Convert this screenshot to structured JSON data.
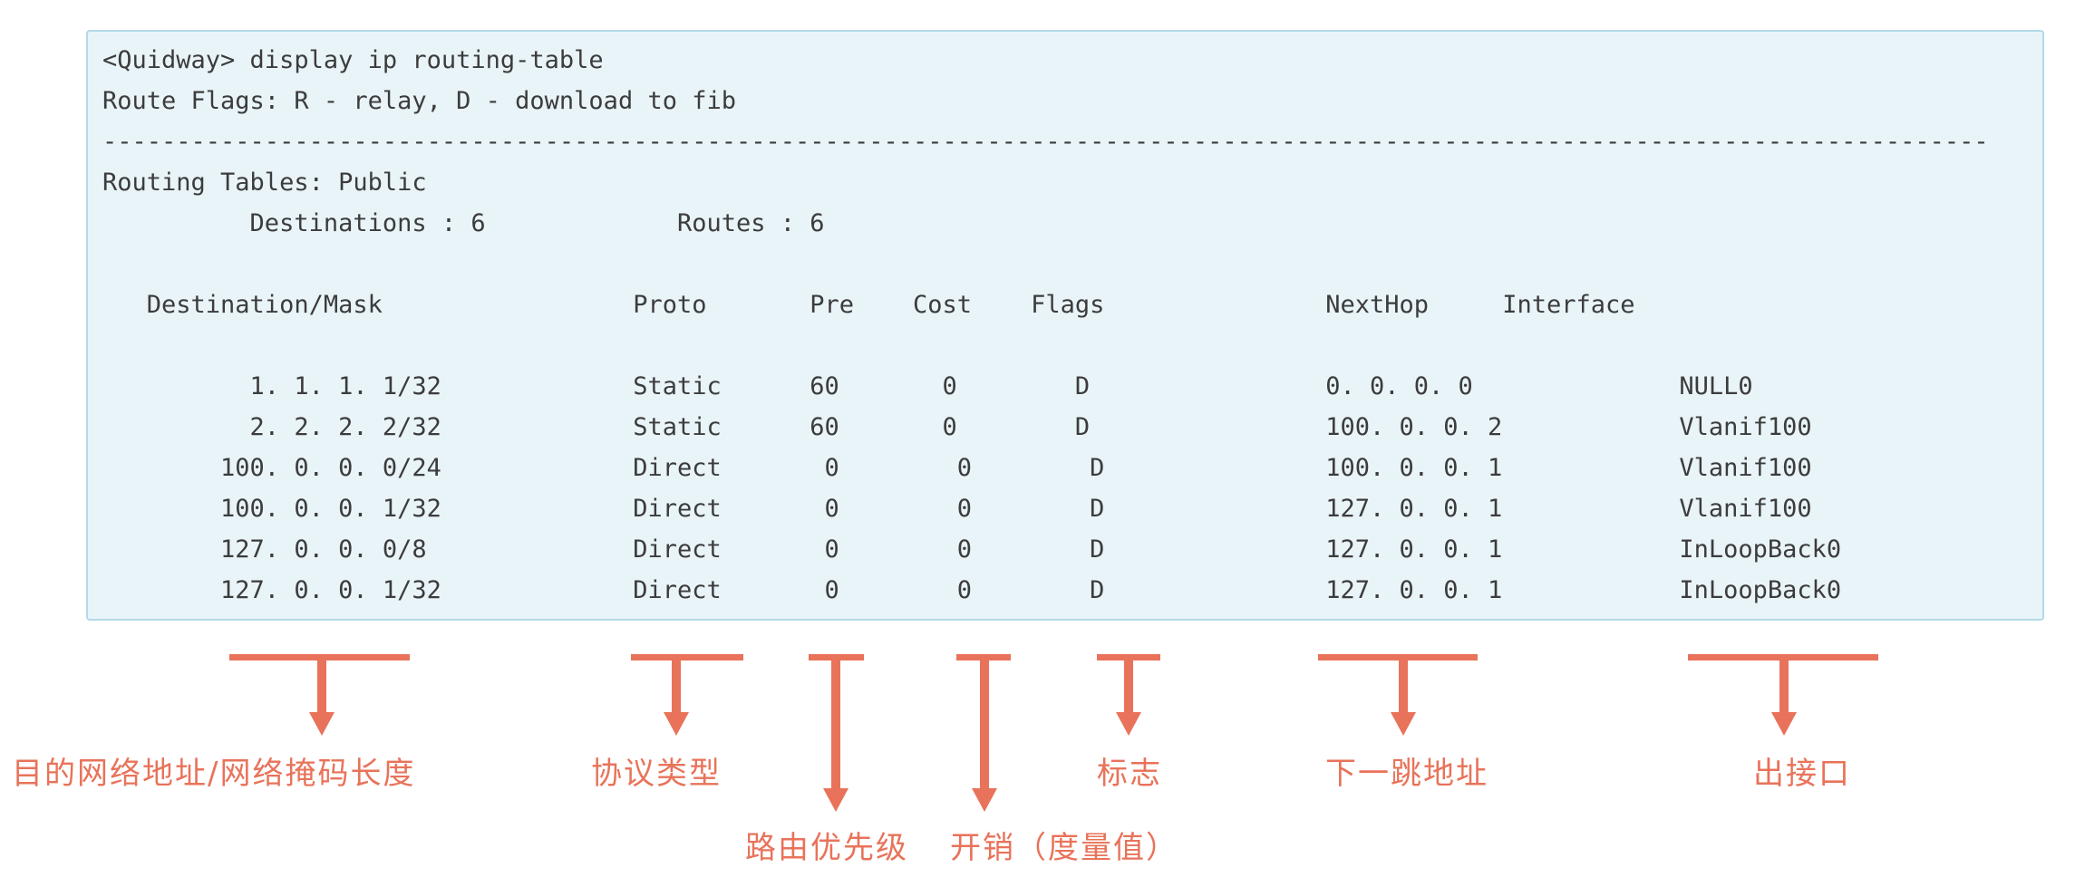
{
  "terminal": {
    "prompt_line": "<Quidway> display ip routing-table",
    "flags_line": "Route Flags: R - relay, D - download to fib",
    "separator": "--------------------------------------------------------------------------------------------------------------------------------",
    "tables_line": "Routing Tables: Public",
    "summary": {
      "destinations_label": "Destinations",
      "destinations": "6",
      "routes_label": "Routes",
      "routes": "6"
    },
    "columns": [
      "Destination/Mask",
      "Proto",
      "Pre",
      "Cost",
      "Flags",
      "NextHop",
      "Interface"
    ],
    "routes": [
      {
        "destination_mask": "1.1.1.1/32",
        "proto": "Static",
        "pre": "60",
        "cost": "0",
        "flags": "D",
        "nexthop": "0.0.0.0",
        "interface": "NULL0"
      },
      {
        "destination_mask": "2.2.2.2/32",
        "proto": "Static",
        "pre": "60",
        "cost": "0",
        "flags": "D",
        "nexthop": "100.0.0.2",
        "interface": "Vlanif100"
      },
      {
        "destination_mask": "100.0.0.0/24",
        "proto": "Direct",
        "pre": "0",
        "cost": "0",
        "flags": "D",
        "nexthop": "100.0.0.1",
        "interface": "Vlanif100"
      },
      {
        "destination_mask": "100.0.0.1/32",
        "proto": "Direct",
        "pre": "0",
        "cost": "0",
        "flags": "D",
        "nexthop": "127.0.0.1",
        "interface": "Vlanif100"
      },
      {
        "destination_mask": "127.0.0.0/8",
        "proto": "Direct",
        "pre": "0",
        "cost": "0",
        "flags": "D",
        "nexthop": "127.0.0.1",
        "interface": "InLoopBack0"
      },
      {
        "destination_mask": "127.0.0.1/32",
        "proto": "Direct",
        "pre": "0",
        "cost": "0",
        "flags": "D",
        "nexthop": "127.0.0.1",
        "interface": "InLoopBack0"
      }
    ],
    "display_lines": [
      "<Quidway> display ip routing-table",
      "Route Flags: R - relay, D - download to fib",
      "--------------------------------------------------------------------------------------------------------------------------------",
      "Routing Tables: Public",
      "          Destinations : 6             Routes : 6",
      "",
      "   Destination/Mask                 Proto       Pre    Cost    Flags               NextHop     Interface",
      "",
      "          1. 1. 1. 1/32             Static      60       0        D                0. 0. 0. 0              NULL0",
      "          2. 2. 2. 2/32             Static      60       0        D                100. 0. 0. 2            Vlanif100",
      "        100. 0. 0. 0/24             Direct       0        0        D               100. 0. 0. 1            Vlanif100",
      "        100. 0. 0. 1/32             Direct       0        0        D               127. 0. 0. 1            Vlanif100",
      "        127. 0. 0. 0/8              Direct       0        0        D               127. 0. 0. 1            InLoopBack0",
      "        127. 0. 0. 1/32             Direct       0        0        D               127. 0. 0. 1            InLoopBack0"
    ]
  },
  "annotations": [
    {
      "label": "目的网络地址/网络掩码长度",
      "explains_column": "Destination/Mask"
    },
    {
      "label": "协议类型",
      "explains_column": "Proto"
    },
    {
      "label": "路由优先级",
      "explains_column": "Pre"
    },
    {
      "label": "开销（度量值）",
      "explains_column": "Cost"
    },
    {
      "label": "标志",
      "explains_column": "Flags"
    },
    {
      "label": "下一跳地址",
      "explains_column": "NextHop"
    },
    {
      "label": "出接口",
      "explains_column": "Interface"
    }
  ],
  "colors": {
    "annotation": "#e8735a",
    "terminal_background": "#e9f4f9",
    "terminal_border": "#b3d9e8",
    "terminal_text": "#3c3c3c"
  }
}
